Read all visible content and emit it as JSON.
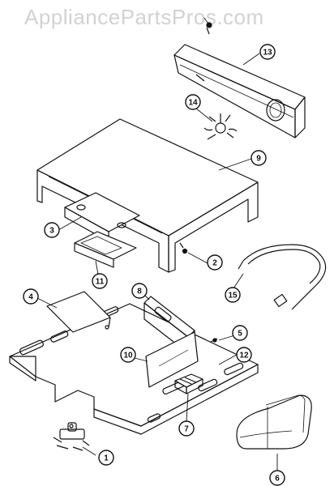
{
  "watermark": "AppliancePartsPros.com",
  "callouts": [
    {
      "id": "c1",
      "label": "1"
    },
    {
      "id": "c2",
      "label": "2"
    },
    {
      "id": "c3",
      "label": "3"
    },
    {
      "id": "c4",
      "label": "4"
    },
    {
      "id": "c5",
      "label": "5"
    },
    {
      "id": "c6",
      "label": "6"
    },
    {
      "id": "c7",
      "label": "7"
    },
    {
      "id": "c8",
      "label": "8"
    },
    {
      "id": "c9",
      "label": "9"
    },
    {
      "id": "c10",
      "label": "10"
    },
    {
      "id": "c11",
      "label": "11"
    },
    {
      "id": "c12",
      "label": "12"
    },
    {
      "id": "c13",
      "label": "13"
    },
    {
      "id": "c14",
      "label": "14"
    },
    {
      "id": "c15",
      "label": "15"
    }
  ]
}
